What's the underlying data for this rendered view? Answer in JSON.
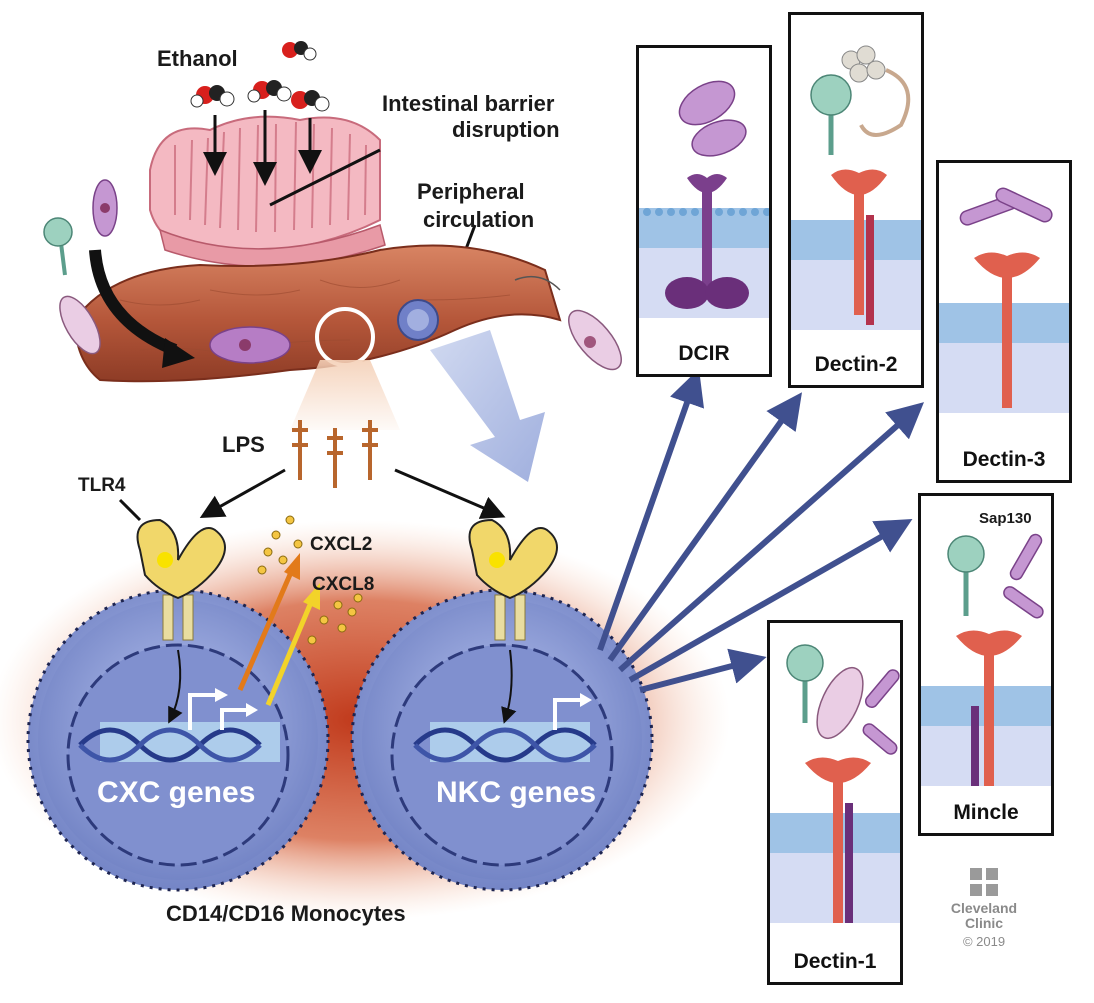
{
  "labels": {
    "ethanol": "Ethanol",
    "barrier_line1": "Intestinal barrier",
    "barrier_line2": "disruption",
    "circulation_line1": "Peripheral",
    "circulation_line2": "circulation",
    "lps": "LPS",
    "tlr4": "TLR4",
    "cxcl2": "CXCL2",
    "cxcl8": "CXCL8",
    "cxc_genes": "CXC genes",
    "nkc_genes": "NKC genes",
    "monocytes": "CD14/CD16 Monocytes"
  },
  "receptors": {
    "dcir": "DCIR",
    "dectin2": "Dectin-2",
    "dectin3": "Dectin-3",
    "mincle": "Mincle",
    "sap130": "Sap130",
    "dectin1": "Dectin-1"
  },
  "logo": {
    "name_line1": "Cleveland",
    "name_line2": "Clinic",
    "copyright": "© 2019"
  },
  "colors": {
    "vessel": "#b8603f",
    "cell": "#8e9fd8",
    "membrane": "#9fc3e6",
    "receptor_red": "#e0604e",
    "receptor_purple": "#7b3f8c",
    "arrow_blue": "#40508f",
    "tlr4_yellow": "#f1d76a"
  }
}
